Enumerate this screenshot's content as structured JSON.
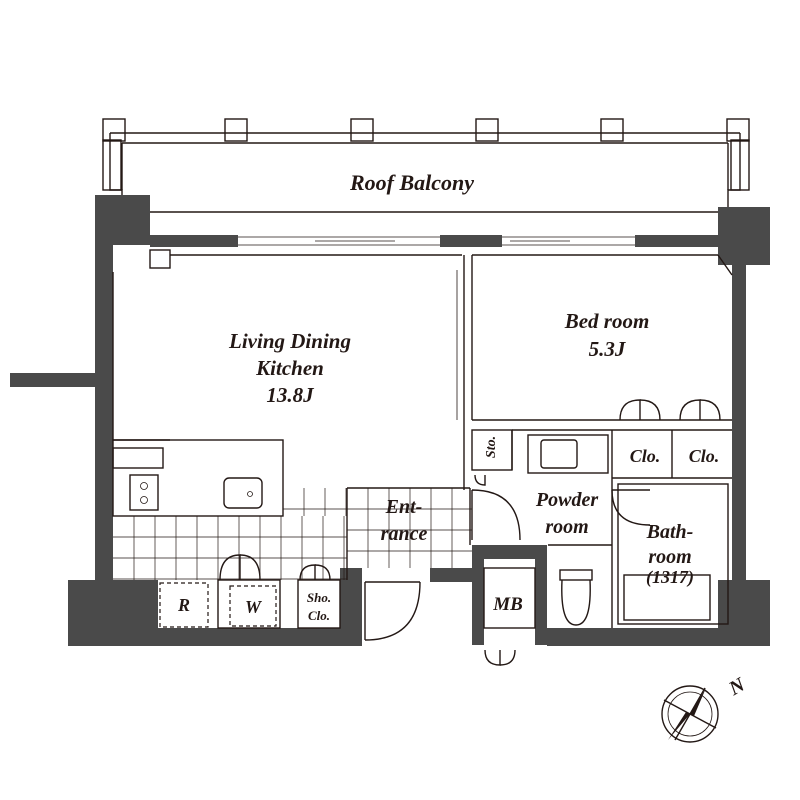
{
  "labels": {
    "roof_balcony": "Roof Balcony",
    "ldk_line1": "Living Dining",
    "ldk_line2": "Kitchen",
    "ldk_size": "13.8J",
    "bedroom_line1": "Bed room",
    "bedroom_size": "5.3J",
    "sto": "Sto.",
    "clo1": "Clo.",
    "clo2": "Clo.",
    "powder_line1": "Powder",
    "powder_line2": "room",
    "entrance_line1": "Ent-",
    "entrance_line2": "rance",
    "bath_line1": "Bath-",
    "bath_line2": "room",
    "bath_size": "(1317)",
    "refrigerator": "R",
    "washer": "W",
    "shoe_line1": "Sho.",
    "shoe_line2": "Clo.",
    "meter_box": "MB",
    "north": "N"
  },
  "colors": {
    "wall": "#4a4a4a",
    "line": "#231815",
    "background": "#ffffff"
  }
}
